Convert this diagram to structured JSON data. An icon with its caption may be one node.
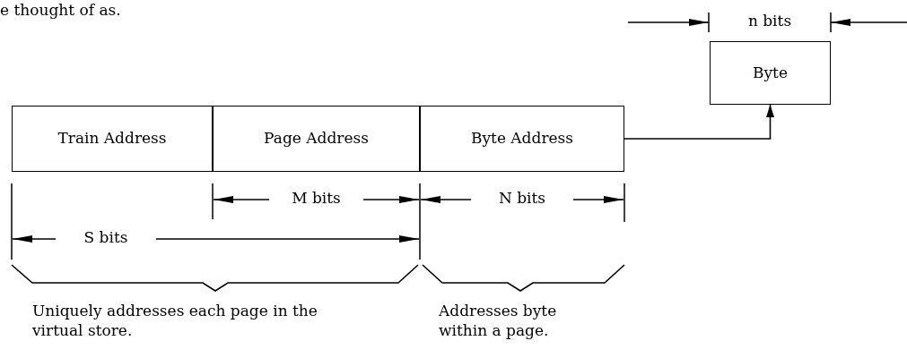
{
  "diagram": {
    "nodes": [
      {
        "text": [
          "Train Address"
        ]
      },
      {
        "text": [
          "Page Address"
        ]
      },
      {
        "text": [
          "Byte Address"
        ]
      },
      {
        "text": [
          "Byte"
        ]
      }
    ],
    "edges": [
      {
        "from": 2,
        "to": 3,
        "arrow": "to"
      }
    ],
    "labels": [
      "e thought of as.",
      "n bits",
      "M bits",
      "N bits",
      "S bits",
      "Uniquely addresses each page in the virtual store.",
      "Addresses byte within a page."
    ]
  }
}
